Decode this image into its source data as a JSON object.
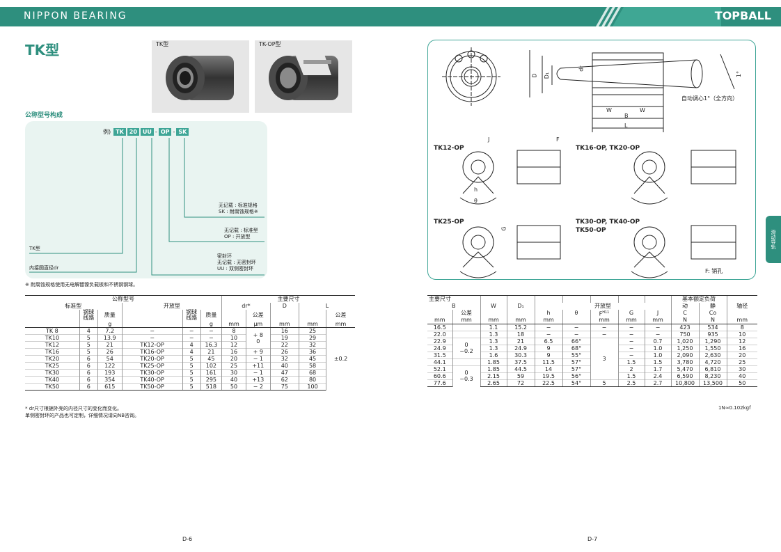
{
  "header": {
    "brand": "NIPPON BEARING",
    "topball": "TOPBALL"
  },
  "left": {
    "series_title": "TK型",
    "product_tk_label": "TK型",
    "product_tkop_label": "TK-OP型",
    "composition_title": "公称型号构成",
    "code": {
      "prefix": "例)",
      "parts": [
        "TK",
        "20",
        "UU",
        "OP",
        "SK"
      ]
    },
    "notes": {
      "sk_1": "无记载 : 标准规格",
      "sk_2": "SK : 耐腐蚀规格※",
      "op_1": "无记载 : 标准型",
      "op_2": "OP : 开放型",
      "seal_1": "密封环",
      "seal_2": "无记载 : 无密封环",
      "seal_3": "UU : 双侧密封环",
      "tk_label": "TK型",
      "bore_label": "内接圆直径dr"
    },
    "corrosion_note": "※ 耐腐蚀规格使用无电解镀镍负载板和不锈钢钢球。",
    "table": {
      "h_nominal": "公称型号",
      "h_main": "主要尺寸",
      "h_std": "标准型",
      "h_open": "开放型",
      "h_dr": "dr*",
      "h_D": "D",
      "h_L": "L",
      "h_balls": "钢球\n线路",
      "h_mass": "质量",
      "h_tol": "公差",
      "u_g": "g",
      "u_mm": "mm",
      "u_um": "μm",
      "rows": [
        [
          "TK 8",
          "4",
          "7.2",
          "−",
          "−",
          "−",
          "8",
          "",
          "16",
          "25"
        ],
        [
          "TK10",
          "5",
          "13.9",
          "−",
          "−",
          "−",
          "10",
          "",
          "19",
          "29"
        ],
        [
          "TK12",
          "5",
          "21",
          "TK12-OP",
          "4",
          "16.3",
          "12",
          "",
          "22",
          "32"
        ],
        [
          "TK16",
          "5",
          "26",
          "TK16-OP",
          "4",
          "21",
          "16",
          "+ 9",
          "26",
          "36"
        ],
        [
          "TK20",
          "6",
          "54",
          "TK20-OP",
          "5",
          "45",
          "20",
          "− 1",
          "32",
          "45"
        ],
        [
          "TK25",
          "6",
          "122",
          "TK25-OP",
          "5",
          "102",
          "25",
          "+11",
          "40",
          "58"
        ],
        [
          "TK30",
          "6",
          "193",
          "TK30-OP",
          "5",
          "161",
          "30",
          "− 1",
          "47",
          "68"
        ],
        [
          "TK40",
          "6",
          "354",
          "TK40-OP",
          "5",
          "295",
          "40",
          "+13",
          "62",
          "80"
        ],
        [
          "TK50",
          "6",
          "615",
          "TK50-OP",
          "5",
          "518",
          "50",
          "− 2",
          "75",
          "100"
        ]
      ],
      "dr_tol_top_1": "+ 8",
      "dr_tol_top_2": "0",
      "L_tol": "±0.2"
    },
    "foot_1": "* dr尺寸根据外壳的内径尺寸的变化而变化。",
    "foot_2": "单侧密封环的产品也可定制，详细情况请向NB咨询。",
    "page": "D-6"
  },
  "right": {
    "diagram": {
      "align_note": "自动调心1°（全方向）",
      "lbl_tk12": "TK12-OP",
      "lbl_tk16": "TK16-OP, TK20-OP",
      "lbl_tk25": "TK25-OP",
      "lbl_tk30_1": "TK30-OP, TK40-OP",
      "lbl_tk30_2": "TK50-OP",
      "pin_note": "F: 销孔",
      "dim_W": "W",
      "dim_B": "B",
      "dim_L": "L",
      "dim_D": "D",
      "dim_D1": "D₁",
      "dim_dr": "dr",
      "dim_J": "J",
      "dim_F": "F",
      "dim_h": "h",
      "dim_theta": "θ",
      "dim_G": "G",
      "dim_deg": "1°"
    },
    "table": {
      "h_main": "主要尺寸",
      "h_B": "B",
      "h_W": "W",
      "h_D1": "D₁",
      "h_open": "开放型",
      "h_h": "h",
      "h_theta": "θ",
      "h_F": "F",
      "h_F_sup": "H11",
      "h_G": "G",
      "h_J": "J",
      "h_load": "基本额定负荷",
      "h_dyn": "动",
      "h_sta": "静",
      "h_C": "C",
      "h_Co": "Co",
      "h_shaft": "轴径",
      "h_tol": "公差",
      "u_mm": "mm",
      "u_N": "N",
      "rows": [
        [
          "16.5",
          "1.1",
          "15.2",
          "−",
          "−",
          "−",
          "−",
          "−",
          "423",
          "534",
          "8"
        ],
        [
          "22.0",
          "1.3",
          "18",
          "−",
          "−",
          "−",
          "−",
          "−",
          "750",
          "935",
          "10"
        ],
        [
          "22.9",
          "1.3",
          "21",
          "6.5",
          "66°",
          "",
          "−",
          "0.7",
          "1,020",
          "1,290",
          "12"
        ],
        [
          "24.9",
          "1.3",
          "24.9",
          "9",
          "68°",
          "",
          "−",
          "1.0",
          "1,250",
          "1,550",
          "16"
        ],
        [
          "31.5",
          "1.6",
          "30.3",
          "9",
          "55°",
          "",
          "−",
          "1.0",
          "2,090",
          "2,630",
          "20"
        ],
        [
          "44.1",
          "1.85",
          "37.5",
          "11.5",
          "57°",
          "",
          "1.5",
          "1.5",
          "3,780",
          "4,720",
          "25"
        ],
        [
          "52.1",
          "1.85",
          "44.5",
          "14",
          "57°",
          "",
          "2",
          "1.7",
          "5,470",
          "6,810",
          "30"
        ],
        [
          "60.6",
          "2.15",
          "59",
          "19.5",
          "56°",
          "",
          "1.5",
          "2.4",
          "6,590",
          "8,230",
          "40"
        ],
        [
          "77.6",
          "2.65",
          "72",
          "22.5",
          "54°",
          "5",
          "2.5",
          "2.7",
          "10,800",
          "13,500",
          "50"
        ]
      ],
      "B_tol_a_1": "0",
      "B_tol_a_2": "−0.2",
      "B_tol_b_1": "0",
      "B_tol_b_2": "−0.3",
      "F_mid": "3"
    },
    "foot_unit": "1N≈0.102kgf",
    "side_tab": "滑动导轨",
    "page": "D-7"
  },
  "colors": {
    "accent": "#2e8f7e",
    "light": "#e9f4f1",
    "code": "#3ea596"
  }
}
